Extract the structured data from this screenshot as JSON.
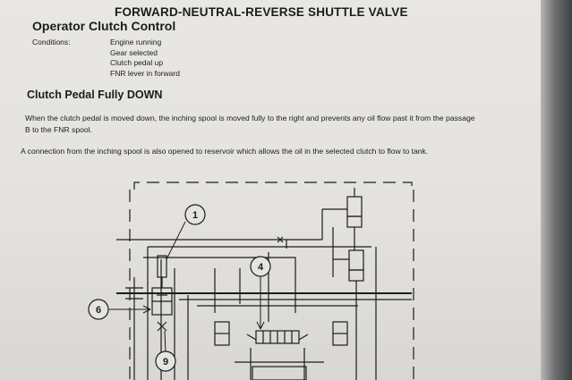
{
  "header": {
    "title": "FORWARD-NEUTRAL-REVERSE SHUTTLE VALVE",
    "subtitle": "Operator Clutch Control"
  },
  "conditions": {
    "label": "Conditions:",
    "items": [
      "Engine running",
      "Gear selected",
      "Clutch pedal up",
      "FNR lever in forward"
    ]
  },
  "section": {
    "heading": "Clutch Pedal Fully DOWN",
    "paragraph_line1": "When the clutch pedal is moved down, the inching spool is moved fully to the right and prevents any oil flow past it from the passage",
    "paragraph_line2": "B to the FNR spool.",
    "paragraph2": "A connection from the inching spool is also opened to reservoir which allows the oil in the selected clutch to flow to tank."
  },
  "diagram": {
    "callouts": [
      "1",
      "4",
      "6",
      "9"
    ]
  },
  "colors": {
    "paper": "#e6e4e0",
    "ink": "#1c1c1c",
    "background": "#4a4d4f"
  }
}
